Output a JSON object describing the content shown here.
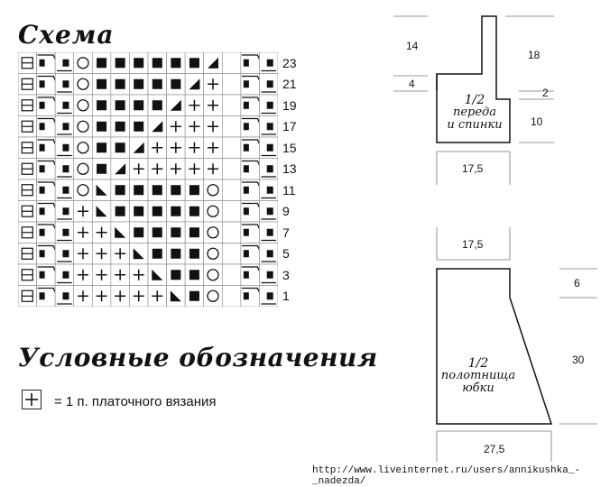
{
  "scheme_title": "Схема",
  "legend_title": "Условные обозначения",
  "legend": {
    "symbol": "+",
    "text": "= 1 п. платочного вязания"
  },
  "row_numbers": [
    "23",
    "21",
    "19",
    "17",
    "15",
    "13",
    "11",
    "9",
    "7",
    "5",
    "3",
    "1"
  ],
  "chart_rows": [
    [
      "H",
      "Z",
      "q",
      "O",
      "S",
      "S",
      "S",
      "S",
      "S",
      "S",
      "T",
      "E",
      "Z",
      "q"
    ],
    [
      "H",
      "Z",
      "q",
      "O",
      "S",
      "S",
      "S",
      "S",
      "S",
      "T",
      "P",
      "E",
      "Z",
      "q"
    ],
    [
      "H",
      "Z",
      "q",
      "O",
      "S",
      "S",
      "S",
      "S",
      "T",
      "P",
      "P",
      "E",
      "Z",
      "q"
    ],
    [
      "H",
      "Z",
      "q",
      "O",
      "S",
      "S",
      "S",
      "T",
      "P",
      "P",
      "P",
      "E",
      "Z",
      "q"
    ],
    [
      "H",
      "Z",
      "q",
      "O",
      "S",
      "S",
      "T",
      "P",
      "P",
      "P",
      "P",
      "E",
      "Z",
      "q"
    ],
    [
      "H",
      "Z",
      "q",
      "O",
      "S",
      "T",
      "P",
      "P",
      "P",
      "P",
      "P",
      "E",
      "Z",
      "q"
    ],
    [
      "H",
      "Z",
      "q",
      "O",
      "U",
      "S",
      "S",
      "S",
      "S",
      "S",
      "O",
      "E",
      "Z",
      "q"
    ],
    [
      "H",
      "Z",
      "q",
      "P",
      "U",
      "S",
      "S",
      "S",
      "S",
      "S",
      "O",
      "E",
      "Z",
      "q"
    ],
    [
      "H",
      "Z",
      "q",
      "P",
      "P",
      "U",
      "S",
      "S",
      "S",
      "S",
      "O",
      "E",
      "Z",
      "q"
    ],
    [
      "H",
      "Z",
      "q",
      "P",
      "P",
      "P",
      "U",
      "S",
      "S",
      "S",
      "O",
      "E",
      "Z",
      "q"
    ],
    [
      "H",
      "Z",
      "q",
      "P",
      "P",
      "P",
      "P",
      "U",
      "S",
      "S",
      "O",
      "E",
      "Z",
      "q"
    ],
    [
      "H",
      "Z",
      "q",
      "P",
      "P",
      "P",
      "P",
      "P",
      "U",
      "S",
      "O",
      "E",
      "Z",
      "q"
    ]
  ],
  "dimensions": {
    "top_strap_height": "14",
    "top_right_height": "18",
    "strap_step": "4",
    "shoulder_step": "2",
    "bodice_height": "10",
    "bodice_width": "17,5",
    "skirt_top_width": "17,5",
    "skirt_upper_height": "6",
    "skirt_height": "30",
    "skirt_bottom_width": "27,5"
  },
  "bodice_label": {
    "line1": "1/2",
    "line2": "переда",
    "line3": "и спинки"
  },
  "skirt_label": {
    "line1": "1/2",
    "line2": "полотнища",
    "line3": "юбки"
  },
  "watermark_url": "http://www.liveinternet.ru/users/annikushka_-_nadezda/"
}
